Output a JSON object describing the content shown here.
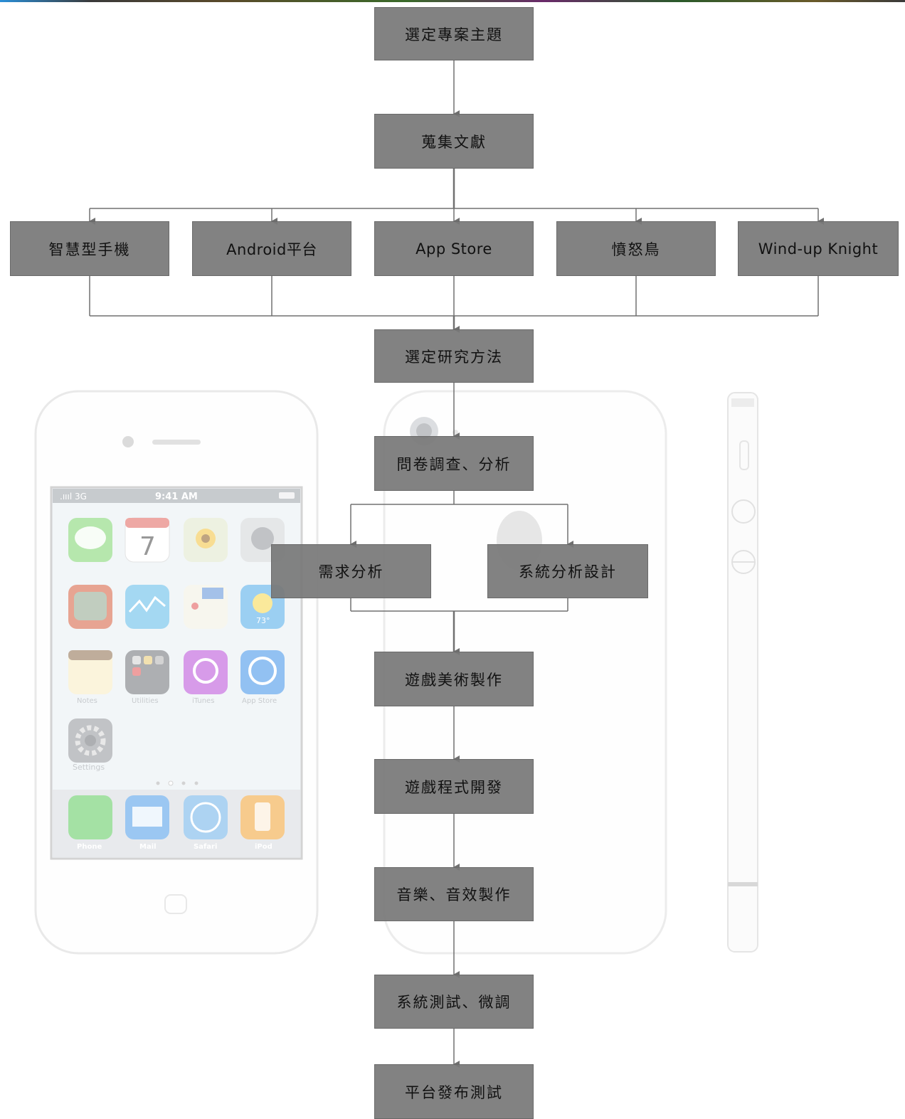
{
  "diagram": {
    "nodes": {
      "topic": "選定專案主題",
      "literature": "蒐集文獻",
      "smartphone": "智慧型手機",
      "android": "Android平台",
      "appstore": "App Store",
      "angrybirds": "憤怒鳥",
      "windup": "Wind-up Knight",
      "method": "選定研究方法",
      "survey": "問卷調查、分析",
      "requirements": "需求分析",
      "systemdesign": "系統分析設計",
      "art": "遊戲美術製作",
      "programming": "遊戲程式開發",
      "audio": "音樂、音效製作",
      "testing": "系統測試、微調",
      "release": "平台發布測試"
    }
  },
  "background_phone": {
    "status_carrier": ".ıııl 3G",
    "status_time": "9:41 AM",
    "calendar_day": "7",
    "weather_temp": "73°",
    "settings_label": "Settings",
    "dock_labels": [
      "Phone",
      "Mail",
      "Safari",
      "iPod"
    ],
    "app_labels": [
      "Notes",
      "Utilities",
      "iTunes",
      "App Store"
    ],
    "colors": {
      "node_fill": "#7a7a7a",
      "connector": "#707070"
    }
  }
}
